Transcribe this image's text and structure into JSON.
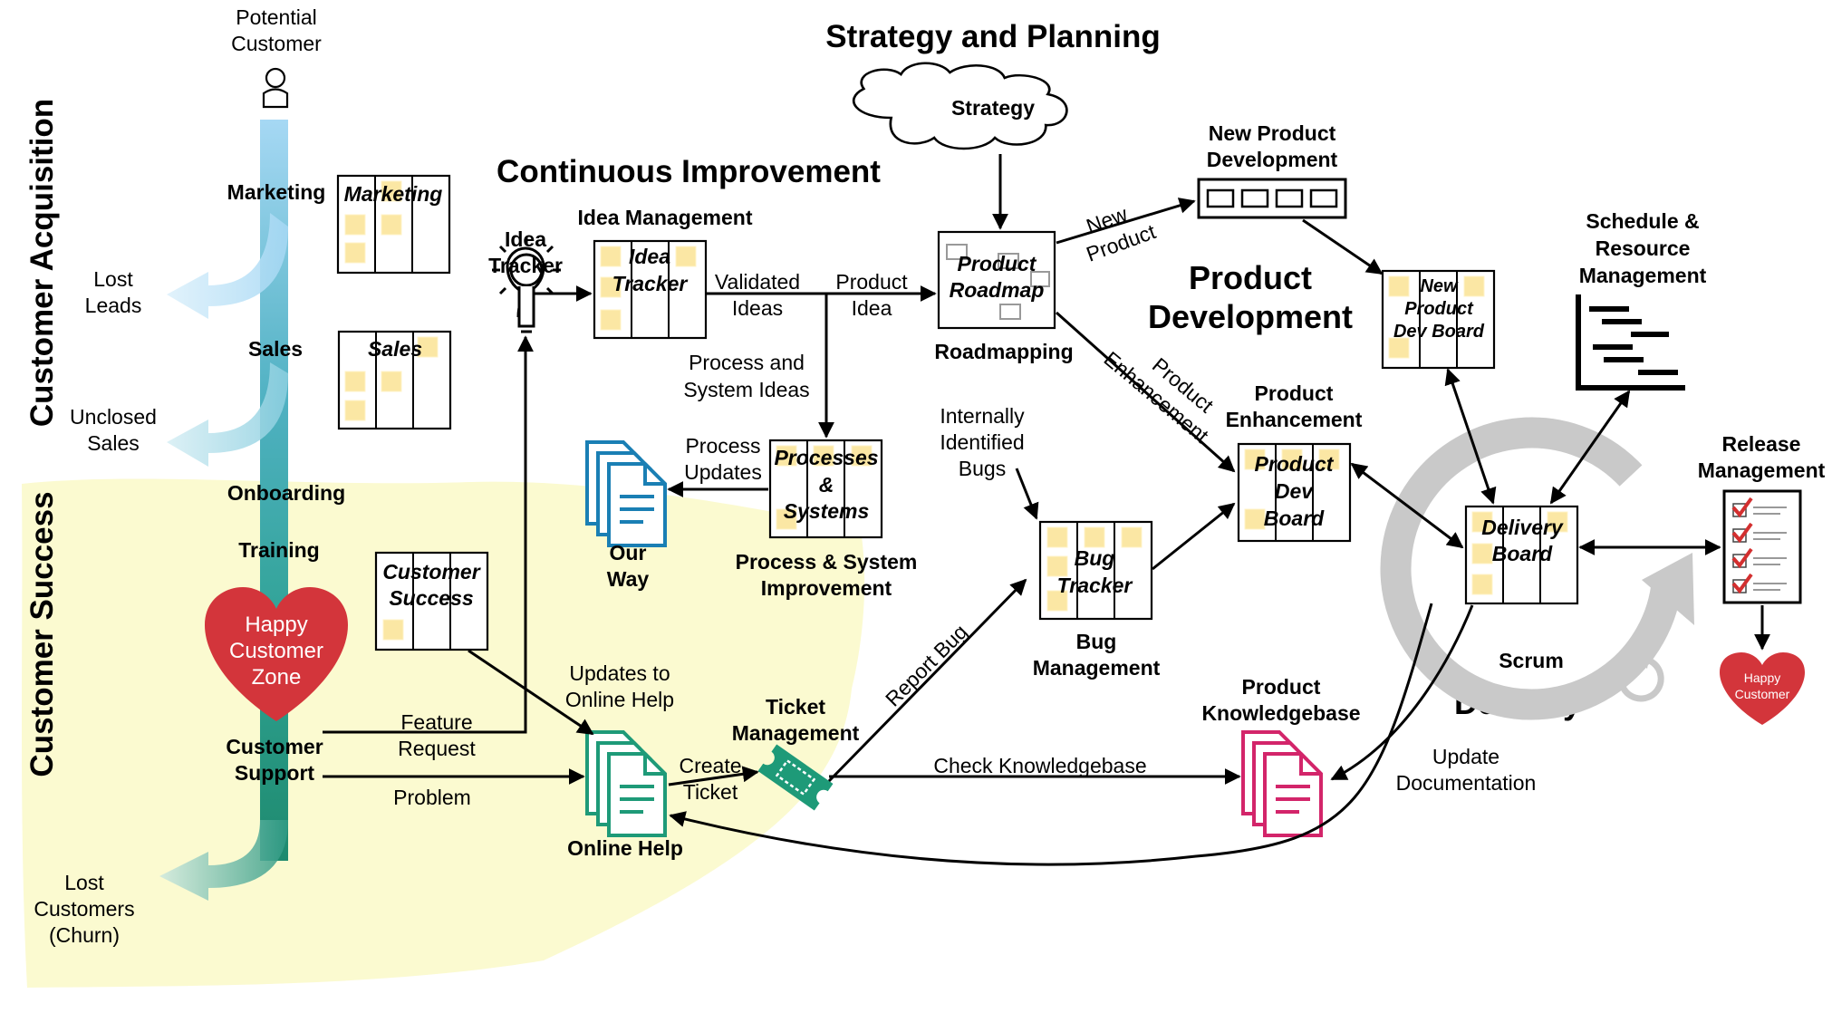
{
  "titles": {
    "strategy_planning": "Strategy and Planning",
    "continuous_improvement": "Continuous Improvement",
    "product_development": [
      "Product",
      "Development"
    ],
    "delivery": "Delivery",
    "customer_acquisition": "Customer Acquisition",
    "customer_success": "Customer Success"
  },
  "funnel": {
    "potential_customer": [
      "Potential",
      "Customer"
    ],
    "stages": [
      "Marketing",
      "Sales",
      "Onboarding",
      "Training"
    ],
    "support": [
      "Customer",
      "Support"
    ],
    "lost_leads": [
      "Lost",
      "Leads"
    ],
    "unclosed_sales": [
      "Unclosed",
      "Sales"
    ],
    "lost_customers": [
      "Lost",
      "Customers",
      "(Churn)"
    ],
    "happy_customer_zone": [
      "Happy",
      "Customer",
      "Zone"
    ]
  },
  "boards": {
    "marketing": [
      "Marketing"
    ],
    "sales": [
      "Sales"
    ],
    "customer_success": [
      "Customer",
      "Success"
    ],
    "idea_tracker": [
      "Idea",
      "Tracker"
    ],
    "processes_systems": [
      "Processes",
      "&",
      "Systems"
    ],
    "product_roadmap": [
      "Product",
      "Roadmap"
    ],
    "bug_tracker": [
      "Bug",
      "Tracker"
    ],
    "product_dev_board": [
      "Product",
      "Dev",
      "Board"
    ],
    "new_product_dev_board": [
      "New",
      "Product",
      "Dev Board"
    ],
    "delivery_board": [
      "Delivery",
      "Board"
    ]
  },
  "labels": {
    "idea_tracker": [
      "Idea",
      "Tracker"
    ],
    "idea_management": "Idea Management",
    "validated_ideas": [
      "Validated",
      "Ideas"
    ],
    "product_idea": [
      "Product",
      "Idea"
    ],
    "process_system_ideas": [
      "Process and",
      "System Ideas"
    ],
    "process_updates": [
      "Process",
      "Updates"
    ],
    "our_way": [
      "Our",
      "Way"
    ],
    "process_system_improvement": [
      "Process & System",
      "Improvement"
    ],
    "strategy": "Strategy",
    "roadmapping": "Roadmapping",
    "new_product_development": [
      "New Product",
      "Development"
    ],
    "new_product": [
      "New",
      "Product"
    ],
    "product_enhancement_arrow": [
      "Product",
      "Enhancement"
    ],
    "product_enhancement": [
      "Product",
      "Enhancement"
    ],
    "internally_identified_bugs": [
      "Internally",
      "Identified",
      "Bugs"
    ],
    "bug_management": [
      "Bug",
      "Management"
    ],
    "schedule_resource": [
      "Schedule &",
      "Resource",
      "Management"
    ],
    "release_management": [
      "Release",
      "Management"
    ],
    "happy_customer": [
      "Happy",
      "Customer"
    ],
    "scrum": "Scrum",
    "product_knowledgebase": [
      "Product",
      "Knowledgebase"
    ],
    "update_documentation": [
      "Update",
      "Documentation"
    ],
    "check_knowledgebase": "Check Knowledgebase",
    "ticket_management": [
      "Ticket",
      "Management"
    ],
    "create_ticket": [
      "Create",
      "Ticket"
    ],
    "report_bug": "Report Bug",
    "updates_online_help": [
      "Updates to",
      "Online Help"
    ],
    "online_help": "Online Help",
    "feature_request": [
      "Feature",
      "Request"
    ],
    "problem": "Problem"
  },
  "colors": {
    "customer_success_zone": "#fbfad0",
    "funnel_top": "#a6d8f4",
    "funnel_mid": "#2fa293",
    "funnel_bottom": "#1e8a6e",
    "heart": "#d3353b",
    "sticky_note": "#fbe7a4",
    "our_way_doc": "#1a7fb4",
    "online_help_doc": "#1e9a78",
    "knowledgebase_doc": "#d3256a",
    "scrum_cycle": "#c9c9c9",
    "checkmark": "#d32f2f"
  },
  "icons": [
    "person-icon",
    "lightbulb-icon",
    "cloud-icon",
    "document-stack-icon",
    "ticket-icon",
    "gantt-icon",
    "checklist-icon",
    "heart-icon",
    "cycle-arrow-icon"
  ]
}
